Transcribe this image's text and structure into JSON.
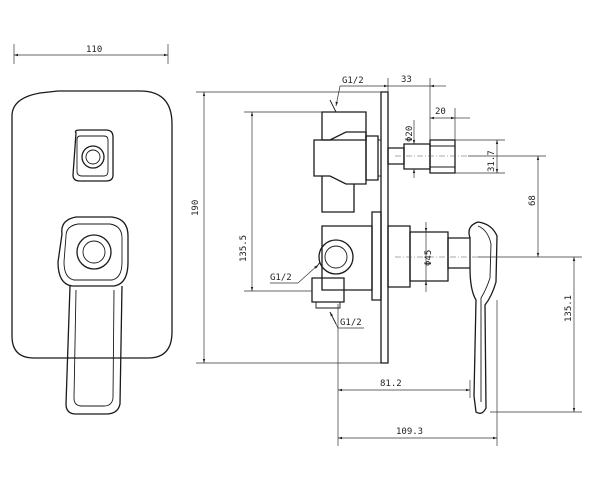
{
  "dimensions": {
    "front_width": "110",
    "front_height": "190",
    "cartridge_height": "135.5",
    "top_inlet_thread": "G1/2",
    "bottom_inlet_thread": "G1/2",
    "bottom_outlet_thread": "G1/2",
    "top_offset": "33",
    "top_nut_length": "20",
    "top_nut_diameter": "Φ20",
    "top_offset_vertical": "31.7",
    "handle_drop": "68",
    "handle_diameter": "Φ45",
    "handle_height": "135.1",
    "depth_to_handle": "81.2",
    "total_depth": "109.3"
  }
}
